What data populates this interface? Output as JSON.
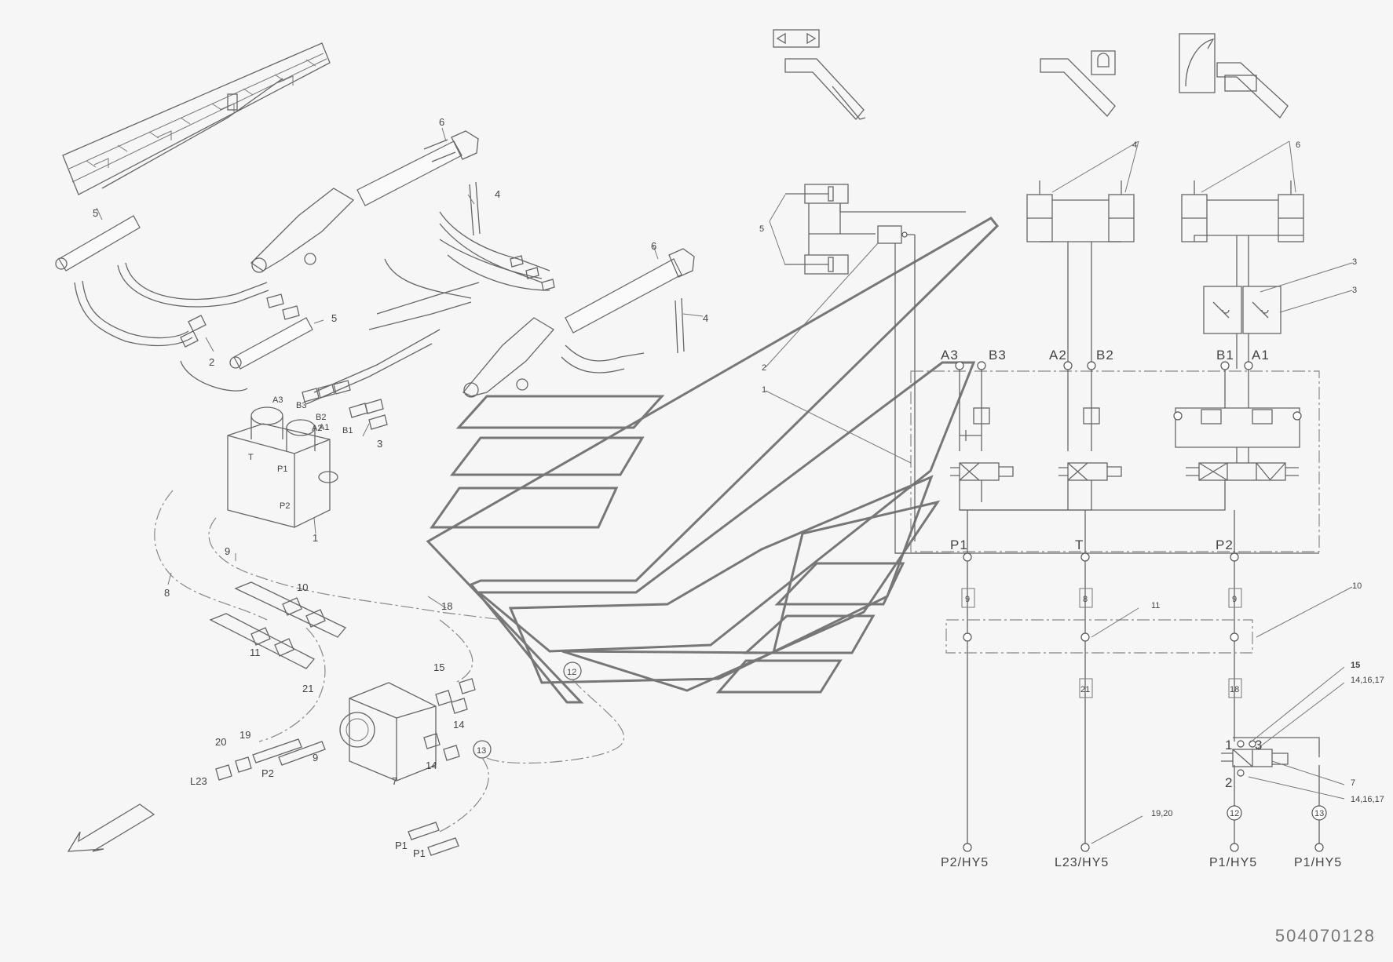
{
  "drawing_number": "504070128",
  "pictorial_labels": {
    "c1": "1",
    "c2": "2",
    "c3": "3",
    "c4a": "4",
    "c4b": "4",
    "c5a": "5",
    "c5b": "5",
    "c6a": "6",
    "c6b": "6",
    "c7": "7",
    "c8": "8",
    "c9a": "9",
    "c9b": "9",
    "c10": "10",
    "c11": "11",
    "c12": "12",
    "c13": "13",
    "c14a": "14",
    "c14b": "14",
    "c15": "15",
    "c18": "18",
    "c19": "19",
    "c20": "20",
    "c21": "21",
    "p1a": "P1",
    "p1b": "P1",
    "p2": "P2",
    "l23": "L23",
    "vA3": "A3",
    "vB3": "B3",
    "vB2": "B2",
    "vA2": "A2",
    "vA1": "A1",
    "vB1": "B1",
    "vP1": "P1",
    "vP2": "P2",
    "vT": "T"
  },
  "schematic": {
    "ports": {
      "a3": "A3",
      "b3": "B3",
      "a2": "A2",
      "b2": "B2",
      "b1": "B1",
      "a1": "A1",
      "p1": "P1",
      "t": "T",
      "p2": "P2",
      "v1": "1",
      "v2": "2",
      "v3": "3"
    },
    "callouts": {
      "c1": "1",
      "c2": "2",
      "c3a": "3",
      "c3b": "3",
      "c4": "4",
      "c5": "5",
      "c6": "6",
      "c7": "7",
      "c10": "10",
      "c11": "11",
      "c15": "15",
      "c141617a": "14,16,17",
      "c141617b": "14,16,17",
      "c1920": "19,20"
    },
    "hose_tags": {
      "h9a": "9",
      "h8": "8",
      "h9b": "9",
      "h21": "21",
      "h18": "18",
      "h12": "12",
      "h13": "13"
    },
    "terminals": {
      "t1": "P2/HY5",
      "t2": "L23/HY5",
      "t3": "P1/HY5",
      "t4": "P1/HY5"
    }
  }
}
